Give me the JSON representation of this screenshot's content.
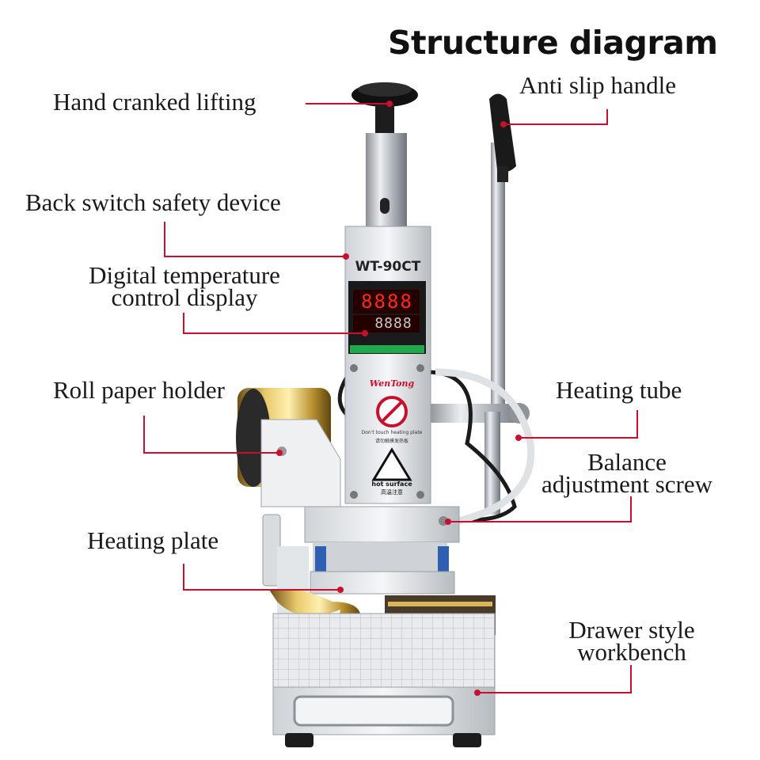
{
  "title": "Structure diagram",
  "accent_color": "#c8102e",
  "labels": {
    "hand_crank": "Hand cranked lifting",
    "anti_slip": "Anti slip handle",
    "back_switch": "Back switch safety device",
    "digital_temp_l1": "Digital temperature",
    "digital_temp_l2": "control display",
    "roll_paper": "Roll paper holder",
    "heating_tube": "Heating tube",
    "balance_l1": "Balance",
    "balance_l2": "adjustment screw",
    "heating_plate": "Heating plate",
    "drawer_l1": "Drawer style",
    "drawer_l2": "workbench"
  },
  "machine": {
    "model": "WT-90CT",
    "brand": "WenTong",
    "display_digits_top": "8888",
    "display_digits_bottom": "8888",
    "warning_text": "Don't touch heating plate",
    "warning_text_cn": "请勿触摸发热板",
    "hot_surface": "hot surface",
    "hot_surface_cn": "高温注意"
  }
}
